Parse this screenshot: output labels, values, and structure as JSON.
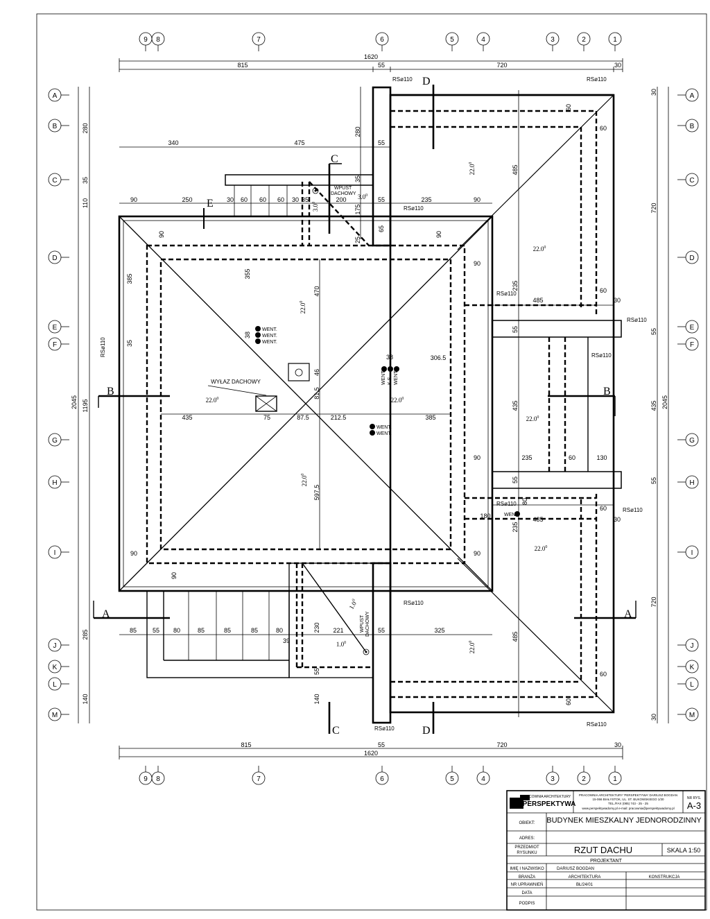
{
  "grid": {
    "top": [
      "9",
      "8",
      "7",
      "6",
      "5",
      "4",
      "3",
      "2",
      "1"
    ],
    "bottom": [
      "9",
      "8",
      "7",
      "6",
      "5",
      "4",
      "3",
      "2",
      "1"
    ],
    "rows": [
      "A",
      "B",
      "C",
      "D",
      "E",
      "F",
      "G",
      "H",
      "I",
      "J",
      "K",
      "L",
      "M"
    ]
  },
  "dims": {
    "overall": "1620",
    "top_left": "815",
    "top_mid": "55",
    "top_right": "720",
    "top_edge": "30",
    "mid_340": "340",
    "mid_475": "475",
    "mid_55": "55",
    "e_row": [
      "90",
      "250",
      "30",
      "60",
      "60",
      "60",
      "30",
      "35",
      "200",
      "55",
      "235",
      "90"
    ],
    "left_280": "280",
    "left_35": "35",
    "left_110": "110",
    "left_1195": "1195",
    "left_2045": "2045",
    "left_285": "285",
    "left_140": "140",
    "right_30a": "30",
    "right_720a": "720",
    "right_55a": "55",
    "right_435": "435",
    "right_2045": "2045",
    "right_55b": "55",
    "right_720b": "720",
    "right_30b": "30",
    "v_280": "280",
    "v_35": "35",
    "v_175": "175",
    "v_25": "25",
    "v_65": "65",
    "v_355": "355",
    "v_470": "470",
    "v_385": "385",
    "v_35b": "35",
    "v_38": "38",
    "v_46": "46",
    "v_815": "81,5",
    "v_5975": "597,5",
    "v_485a": "485",
    "v_235a": "235",
    "v_55c": "55",
    "v_435b": "435",
    "v_55d": "55",
    "v_235b": "235",
    "v_485b": "485",
    "v_90a": "90",
    "v_90b": "90",
    "v_90c": "90",
    "v_230": "230",
    "v_55e": "55",
    "v_140": "140",
    "v_60a": "60",
    "v_60b": "60",
    "v_80": "80",
    "h_60a": "60",
    "h_90a": "90",
    "h_60b": "60",
    "h_30a": "30",
    "h_485a": "485",
    "h_3065": "306.5",
    "h_38": "38",
    "h_row_mid": [
      "435",
      "75",
      "87.5",
      "212.5",
      "385"
    ],
    "h_90b": "90",
    "h_235": "235",
    "h_60c": "60",
    "h_130": "130",
    "h_60d": "60",
    "h_30b": "30",
    "h_180": "180",
    "h_485b": "485",
    "h_90c": "90",
    "h_90d": "90",
    "h_60e": "60",
    "bottom_row": [
      "85",
      "55",
      "80",
      "85",
      "85",
      "85",
      "80",
      "230",
      "221",
      "55",
      "325"
    ],
    "h_39": "39",
    "bottom_left": "815",
    "bottom_mid": "55",
    "bottom_right": "720",
    "bottom_edge": "30",
    "bottom_overall": "1620"
  },
  "labels": {
    "slope": "22.0",
    "deg": "0",
    "slope_small": "1.0",
    "slope_3": "3.0",
    "rs": "RSø110",
    "went": "WENT.",
    "went_vert": [
      "WENT.",
      "K.S.",
      "WENT."
    ],
    "wpust_line1": "WPUST",
    "wpust_line2": "DACHOWY",
    "wylaz": "WYŁAZ DACHOWY",
    "sections": {
      "A": "A",
      "B": "B",
      "C": "C",
      "D": "D",
      "E": "E"
    }
  },
  "title_block": {
    "logo_small": "PRACOWNIA ARCHITEKTURY",
    "logo_big": "PERSPEKTYWA",
    "firm_lines": [
      "PRACOWNIA ARCHITEKTURY 'PERSPEKTYWA' DARIUSZ BOGDAN",
      "15-066 BIAŁYSTOK, UL. ST. BUKOWSKIEGO 1/30",
      "TEL./FAX (085) 743 - 25 - 25",
      "www.perspektywadomy.pl   e-mail: pracownia@perspektywadomy.pl"
    ],
    "nr_rys_label": "NR RYS.",
    "nr_rys": "A-3",
    "obiekt_label": "OBIEKT:",
    "obiekt": "BUDYNEK MIESZKALNY JEDNORODZINNY",
    "adres_label": "ADRES:",
    "przedmiot_label_1": "PRZEDMIOT",
    "przedmiot_label_2": "RYSUNKU",
    "przedmiot": "RZUT DACHU",
    "skala": "SKALA 1:50",
    "projektant": "PROJEKTANT",
    "imie_label": "IMIĘ I NAZWISKO",
    "imie": "DARIUSZ BOGDAN",
    "branza_label": "BRANŻA",
    "branza_1": "ARCHITEKTURA",
    "branza_2": "KONSTRUKCJA",
    "nr_upr_label": "NR UPRAWNIEŃ",
    "nr_upr": "BŁ/24/01",
    "data_label": "DATA",
    "podpis_label": "PODPIS"
  }
}
